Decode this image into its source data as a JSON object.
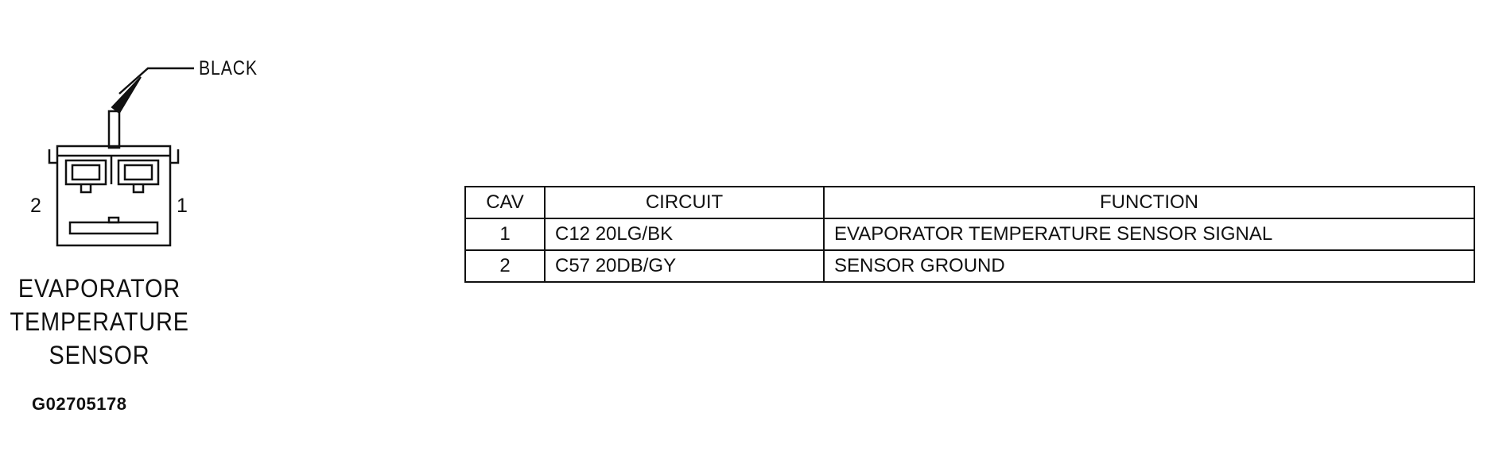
{
  "connector": {
    "wire_color": "BLACK",
    "pin_left": "2",
    "pin_right": "1",
    "name_lines": [
      "EVAPORATOR",
      "TEMPERATURE",
      "SENSOR"
    ],
    "figure_code": "G02705178"
  },
  "table": {
    "headers": {
      "cav": "CAV",
      "circuit": "CIRCUIT",
      "function": "FUNCTION"
    },
    "rows": [
      {
        "cav": "1",
        "circuit": "C12 20LG/BK",
        "function": "EVAPORATOR TEMPERATURE SENSOR SIGNAL"
      },
      {
        "cav": "2",
        "circuit": "C57 20DB/GY",
        "function": "SENSOR GROUND"
      }
    ]
  }
}
